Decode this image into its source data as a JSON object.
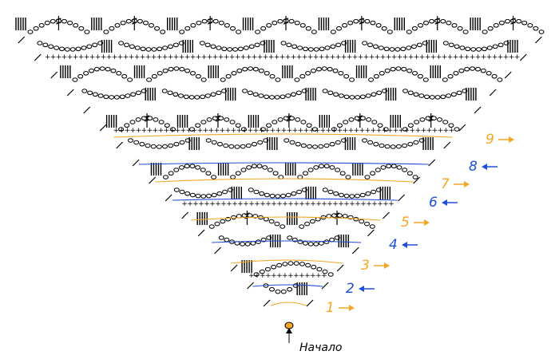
{
  "diagram": {
    "start_label": "Начало",
    "colors": {
      "orange": "#f5a623",
      "blue": "#1f4fd6",
      "stitch": "#000000"
    },
    "rows": [
      {
        "label": "1",
        "color": "orange",
        "direction": "right"
      },
      {
        "label": "2",
        "color": "blue",
        "direction": "left"
      },
      {
        "label": "3",
        "color": "orange",
        "direction": "right"
      },
      {
        "label": "4",
        "color": "blue",
        "direction": "left"
      },
      {
        "label": "5",
        "color": "orange",
        "direction": "right"
      },
      {
        "label": "6",
        "color": "blue",
        "direction": "left"
      },
      {
        "label": "7",
        "color": "orange",
        "direction": "right"
      },
      {
        "label": "8",
        "color": "blue",
        "direction": "left"
      },
      {
        "label": "9",
        "color": "orange",
        "direction": "right"
      }
    ]
  }
}
